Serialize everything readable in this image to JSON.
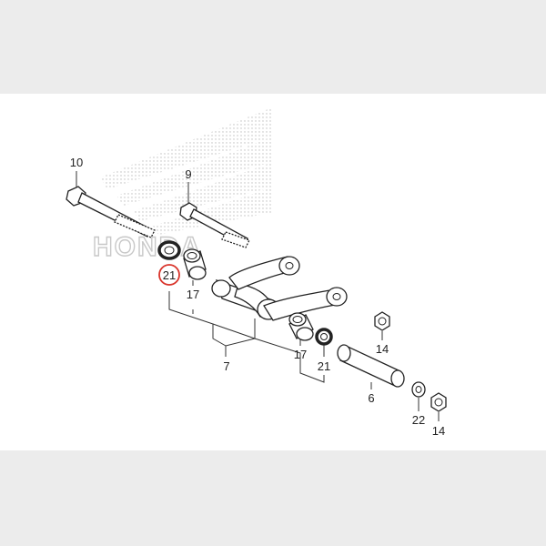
{
  "diagram": {
    "brand_watermark": "HONDA",
    "colors": {
      "background": "#ececec",
      "panel": "#ffffff",
      "line": "#222222",
      "watermark": "#c8c8c8",
      "highlight_circle": "#d9342b"
    },
    "parts": [
      {
        "id": "p10",
        "number": "10",
        "name": "bolt"
      },
      {
        "id": "p9",
        "number": "9",
        "name": "bolt"
      },
      {
        "id": "p21a",
        "number": "21",
        "name": "dust-seal",
        "highlighted": true
      },
      {
        "id": "p17a",
        "number": "17",
        "name": "needle-bearing"
      },
      {
        "id": "p7",
        "number": "7",
        "name": "shock-link-arm"
      },
      {
        "id": "p17b",
        "number": "17",
        "name": "needle-bearing"
      },
      {
        "id": "p21b",
        "number": "21",
        "name": "dust-seal"
      },
      {
        "id": "p14a",
        "number": "14",
        "name": "nut"
      },
      {
        "id": "p6",
        "number": "6",
        "name": "collar"
      },
      {
        "id": "p22",
        "number": "22",
        "name": "washer"
      },
      {
        "id": "p14b",
        "number": "14",
        "name": "nut"
      }
    ]
  }
}
